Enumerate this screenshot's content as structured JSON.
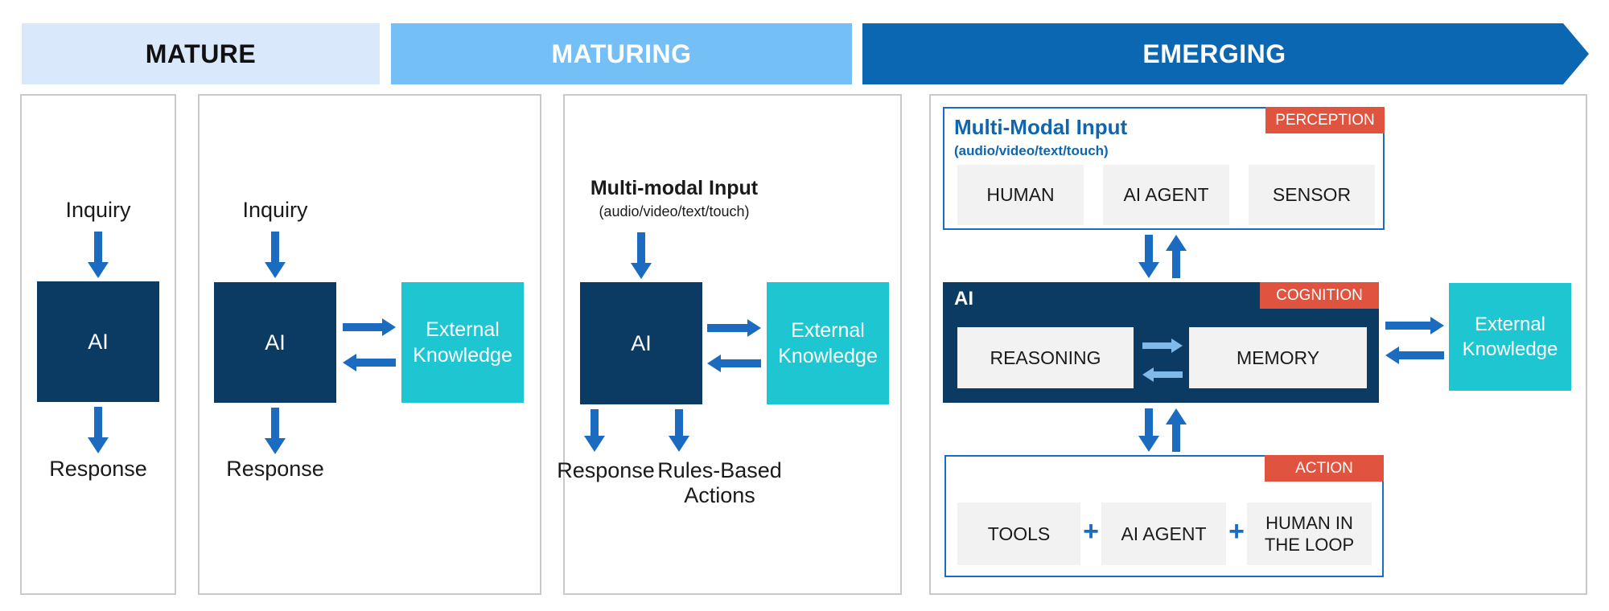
{
  "stages": {
    "mature": "MATURE",
    "maturing": "MATURING",
    "emerging": "EMERGING"
  },
  "panel1": {
    "input": "Inquiry",
    "ai": "AI",
    "output": "Response"
  },
  "panel2": {
    "input": "Inquiry",
    "ai": "AI",
    "external_knowledge": "External Knowledge",
    "output": "Response"
  },
  "panel3": {
    "input_title": "Multi-modal Input",
    "input_subtitle": "(audio/video/text/touch)",
    "ai": "AI",
    "external_knowledge": "External Knowledge",
    "output_left": "Response",
    "output_right": "Rules-Based Actions"
  },
  "panel4": {
    "perception": {
      "badge": "PERCEPTION",
      "title": "Multi-Modal Input",
      "subtitle": "(audio/video/text/touch)",
      "sources": [
        "HUMAN",
        "AI AGENT",
        "SENSOR"
      ]
    },
    "cognition": {
      "badge": "COGNITION",
      "ai_label": "AI",
      "components": [
        "REASONING",
        "MEMORY"
      ]
    },
    "external_knowledge": "External Knowledge",
    "action": {
      "badge": "ACTION",
      "components": [
        "TOOLS",
        "AI AGENT",
        "HUMAN IN THE LOOP"
      ],
      "plus": "+"
    }
  },
  "colors": {
    "header_mature": "#d9e9fb",
    "header_maturing": "#74c0f6",
    "header_emerging": "#0b67b2",
    "navy": "#0b3a62",
    "teal": "#1ec6d2",
    "arrow": "#1b6cc0",
    "arrow_light": "#7fbae8",
    "badge_red": "#e0533f",
    "blue_border": "#1b6cc0",
    "blue_text": "#0f65ae",
    "panel_border": "#c9c9c9",
    "inner_box": "#f2f2f2"
  }
}
